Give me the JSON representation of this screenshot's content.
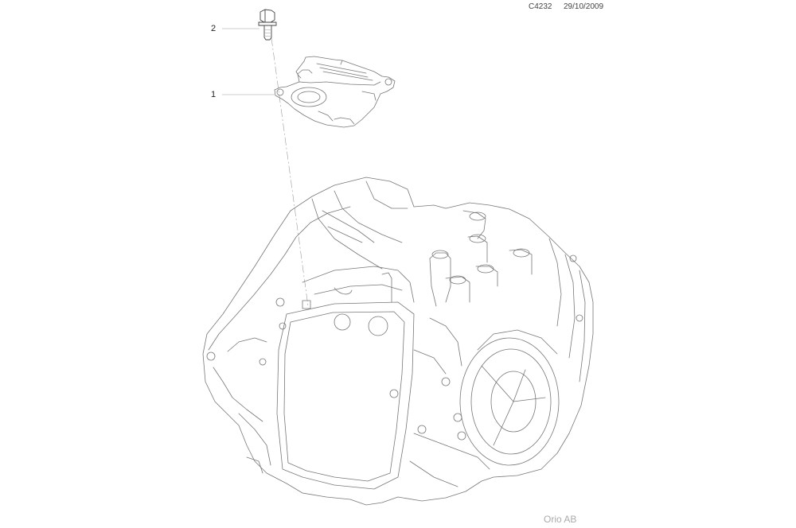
{
  "header": {
    "code": "C4232",
    "date": "29/10/2009"
  },
  "callouts": [
    {
      "number": "2",
      "part": "bolt"
    },
    {
      "number": "1",
      "part": "sensor-module"
    }
  ],
  "footer": {
    "credit": "Orio AB"
  },
  "colors": {
    "line": "#777777",
    "background": "#ffffff"
  }
}
